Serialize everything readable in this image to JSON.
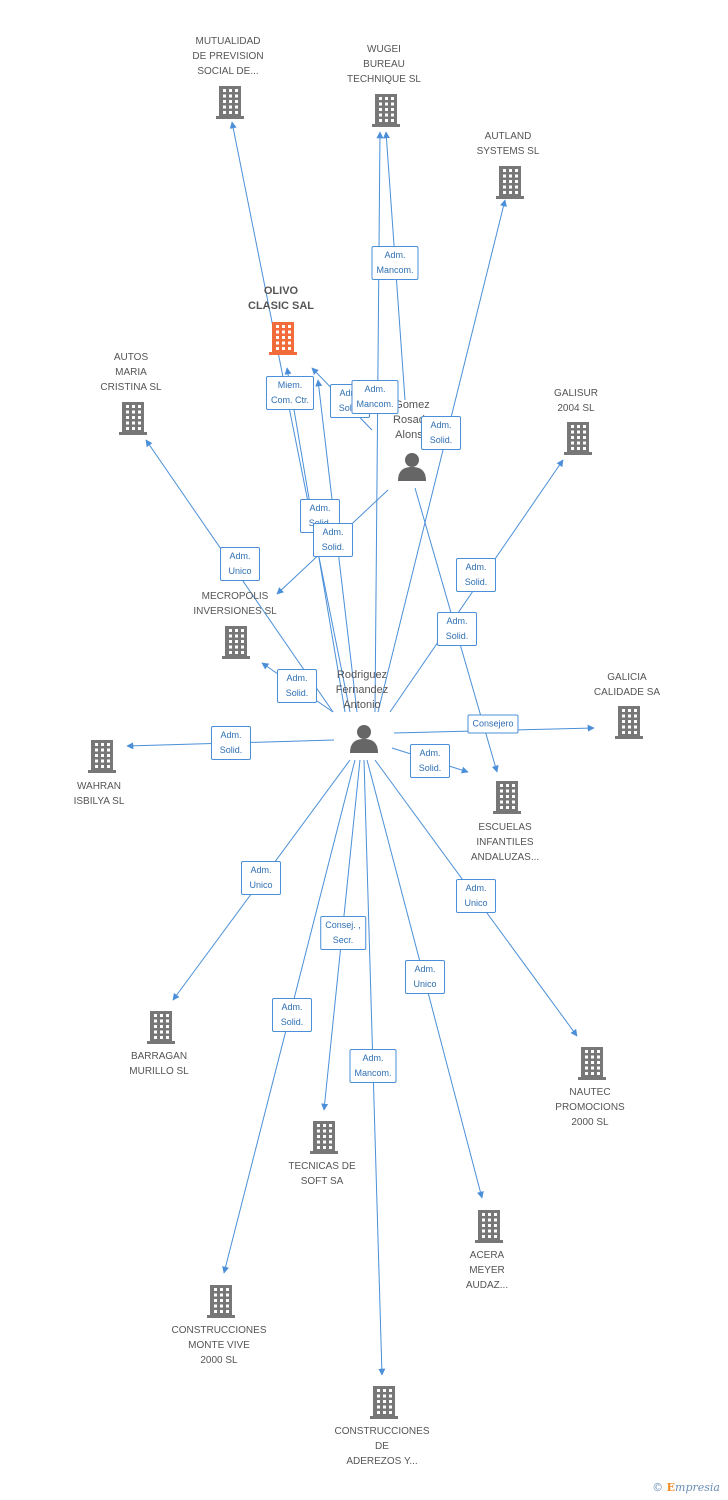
{
  "colors": {
    "edge": "#4a8fd8",
    "building": "#777777",
    "focus": "#f26b3a",
    "person": "#666666"
  },
  "nodes": [
    {
      "id": "mutualidad",
      "label": "MUTUALIDAD\nDE PREVISION\nSOCIAL DE...",
      "icon": "building-icon"
    },
    {
      "id": "wugei",
      "label": "WUGEI\nBUREAU\nTECHNIQUE SL",
      "icon": "building-icon"
    },
    {
      "id": "autland",
      "label": "AUTLAND\nSYSTEMS SL",
      "icon": "building-icon"
    },
    {
      "id": "olivo",
      "label": "OLIVO\nCLASIC SAL",
      "icon": "building-icon",
      "focus": true
    },
    {
      "id": "autos",
      "label": "AUTOS\nMARIA\nCRISTINA SL",
      "icon": "building-icon"
    },
    {
      "id": "gomez",
      "label": "Gomez\nRosado\nAlonso",
      "icon": "person-icon"
    },
    {
      "id": "galisur",
      "label": "GALISUR\n2004 SL",
      "icon": "building-icon"
    },
    {
      "id": "mecropolis",
      "label": "MECROPOLIS\nINVERSIONES SL",
      "icon": "building-icon"
    },
    {
      "id": "rodriguez",
      "label": "Rodriguez\nFernandez\nAntonio",
      "icon": "person-icon"
    },
    {
      "id": "galicia",
      "label": "GALICIA\nCALIDADE SA",
      "icon": "building-icon"
    },
    {
      "id": "wahran",
      "label": "WAHRAN\nISBILYA SL",
      "icon": "building-icon"
    },
    {
      "id": "escuelas",
      "label": "ESCUELAS\nINFANTILES\nANDALUZAS...",
      "icon": "building-icon"
    },
    {
      "id": "barragan",
      "label": "BARRAGAN\nMURILLO SL",
      "icon": "building-icon"
    },
    {
      "id": "nautec",
      "label": "NAUTEC\nPROMOCIONS\n2000 SL",
      "icon": "building-icon"
    },
    {
      "id": "tecnicas",
      "label": "TECNICAS DE\nSOFT SA",
      "icon": "building-icon"
    },
    {
      "id": "acera",
      "label": "ACERA\nMEYER\nAUDAZ...",
      "icon": "building-icon"
    },
    {
      "id": "monte",
      "label": "CONSTRUCCIONES\nMONTE VIVE\n2000 SL",
      "icon": "building-icon"
    },
    {
      "id": "aderezos",
      "label": "CONSTRUCCIONES\nDE\nADEREZOS Y...",
      "icon": "building-icon"
    }
  ],
  "edges": [
    {
      "from": "rodriguez",
      "to": "mutualidad",
      "label": "Adm.\nSolid."
    },
    {
      "from": "rodriguez",
      "to": "wugei",
      "label": "Adm.\nMancom."
    },
    {
      "from": "gomez",
      "to": "wugei",
      "label": ""
    },
    {
      "from": "rodriguez",
      "to": "autland",
      "label": "Adm.\nSolid."
    },
    {
      "from": "rodriguez",
      "to": "olivo",
      "label": "Miem.\nCom. Ctr."
    },
    {
      "from": "gomez",
      "to": "olivo",
      "label": "Adm.\nSolid."
    },
    {
      "from": "rodriguez",
      "to": "olivo",
      "label": "Adm.\nMancom."
    },
    {
      "from": "rodriguez",
      "to": "autos",
      "label": "Adm.\nUnico"
    },
    {
      "from": "rodriguez",
      "to": "galisur",
      "label": "Adm.\nSolid."
    },
    {
      "from": "gomez",
      "to": "mecropolis",
      "label": "Adm.\nSolid."
    },
    {
      "from": "rodriguez",
      "to": "mecropolis",
      "label": "Adm.\nSolid."
    },
    {
      "from": "rodriguez",
      "to": "galicia",
      "label": "Consejero"
    },
    {
      "from": "rodriguez",
      "to": "wahran",
      "label": "Adm.\nSolid."
    },
    {
      "from": "rodriguez",
      "to": "escuelas",
      "label": "Adm.\nSolid."
    },
    {
      "from": "gomez",
      "to": "escuelas",
      "label": "Adm.\nSolid."
    },
    {
      "from": "rodriguez",
      "to": "barragan",
      "label": "Adm.\nUnico"
    },
    {
      "from": "rodriguez",
      "to": "nautec",
      "label": "Adm.\nUnico"
    },
    {
      "from": "rodriguez",
      "to": "tecnicas",
      "label": "Consej. ,\nSecr."
    },
    {
      "from": "rodriguez",
      "to": "acera",
      "label": "Adm.\nUnico"
    },
    {
      "from": "rodriguez",
      "to": "monte",
      "label": "Adm.\nSolid."
    },
    {
      "from": "rodriguez",
      "to": "aderezos",
      "label": "Adm.\nMancom."
    }
  ],
  "brand": {
    "copyright": "©",
    "name": "mpresia",
    "initial": "E"
  }
}
